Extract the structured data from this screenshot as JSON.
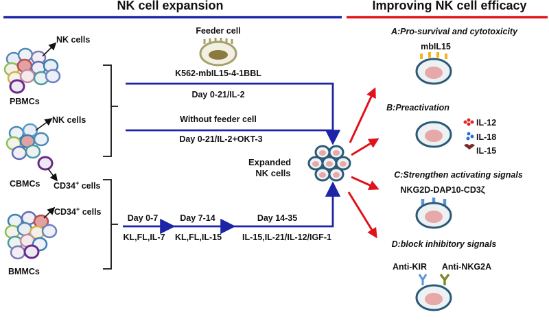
{
  "headers": {
    "left": "NK cell expansion",
    "right": "Improving NK cell efficacy"
  },
  "sources": {
    "pbmc_label": "PBMCs",
    "cbmc_label": "CBMCs",
    "bmmc_label": "BMMCs",
    "nk_cells_1": "NK cells",
    "nk_cells_2": "NK cells",
    "cd34_1": "CD34",
    "cd34_2": "CD34",
    "cd34_sup": "+",
    "cells_word": " cells"
  },
  "feeder": {
    "title": "Feeder cell",
    "line": "K562-mbIL15-4-1BBL",
    "protocol": "Day 0-21/IL-2"
  },
  "no_feeder": {
    "title": "Without feeder cell",
    "protocol": "Day 0-21/IL-2+OKT-3"
  },
  "stages": [
    {
      "day": "Day 0-7",
      "cytokines": "KL,FL,IL-7"
    },
    {
      "day": "Day 7-14",
      "cytokines": "KL,FL,IL-15"
    },
    {
      "day": "Day 14-35",
      "cytokines": "IL-15,IL-21/IL-12/IGF-1"
    }
  ],
  "expanded": {
    "line1": "Expanded",
    "line2": "NK cells"
  },
  "strategies": {
    "a_title": "A:Pro-survival and cytotoxicity",
    "a_label": "mbIL15",
    "b_title": "B:Preactivation",
    "b_il12": "IL-12",
    "b_il18": "IL-18",
    "b_il15": "IL-15",
    "c_title": "C:Strengthen activating signals",
    "c_label": "NKG2D-DAP10-CD3ζ",
    "d_title": "D:block inhibitory signals",
    "d_kir": "Anti-KIR",
    "d_nkg2a": "Anti-NKG2A"
  },
  "colors": {
    "blue": "#1d24a8",
    "red": "#e0121a",
    "cell_outline": "#2a5a78",
    "nucleus": "#e6a8a8",
    "receptor_blue": "#5b93d6",
    "receptor_yellow": "#f3b41b",
    "antibody_green": "#7c8a2a",
    "il12_color": "#e0252a",
    "il18_color": "#2a6fd6",
    "il15_color": "#7a2a2a"
  }
}
